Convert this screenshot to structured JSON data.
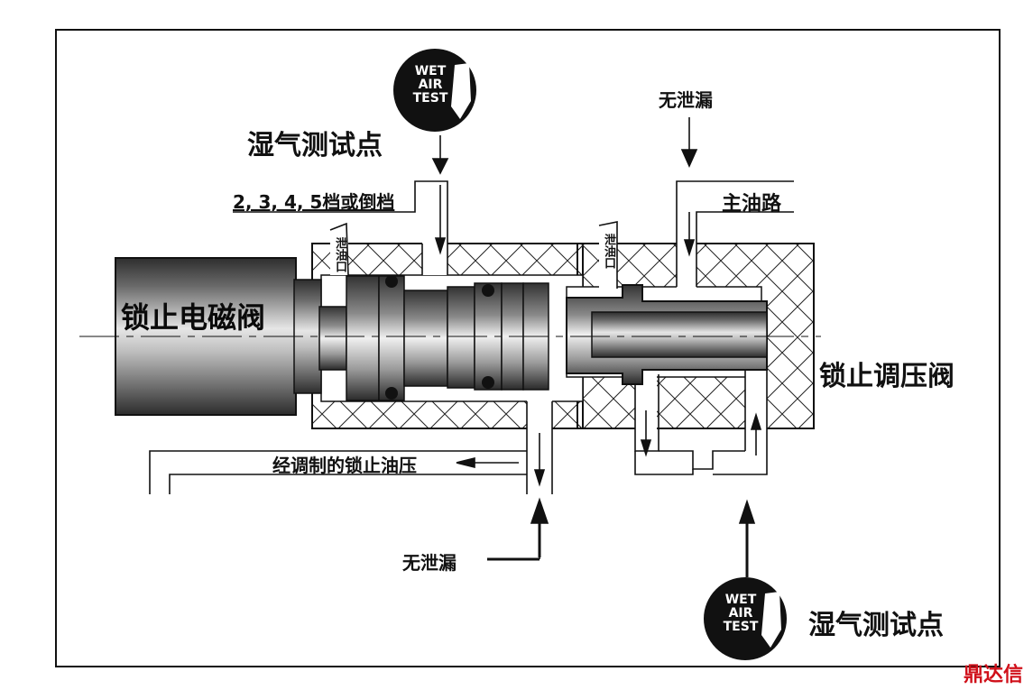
{
  "labels": {
    "wet_air_point_top": "湿气测试点",
    "wet_air_point_bottom": "湿气测试点",
    "no_leak_top": "无泄漏",
    "no_leak_bottom": "无泄漏",
    "gears": "2, 3, 4, 5档或倒档",
    "main_line": "主油路",
    "lockup_solenoid": "锁止电磁阀",
    "lockup_reg_valve": "锁止调压阀",
    "modulated_pressure": "经调制的锁止油压",
    "exhaust_port_1": "泄油口",
    "exhaust_port_2": "泄油口"
  },
  "badge": {
    "line1": "WET",
    "line2": "AIR",
    "line3": "TEST"
  },
  "watermark": "鼎达信",
  "colors": {
    "line": "#111111",
    "metal_dark": "#3a3a3a",
    "metal_light": "#d8d8d8",
    "watermark": "#d0101a"
  }
}
